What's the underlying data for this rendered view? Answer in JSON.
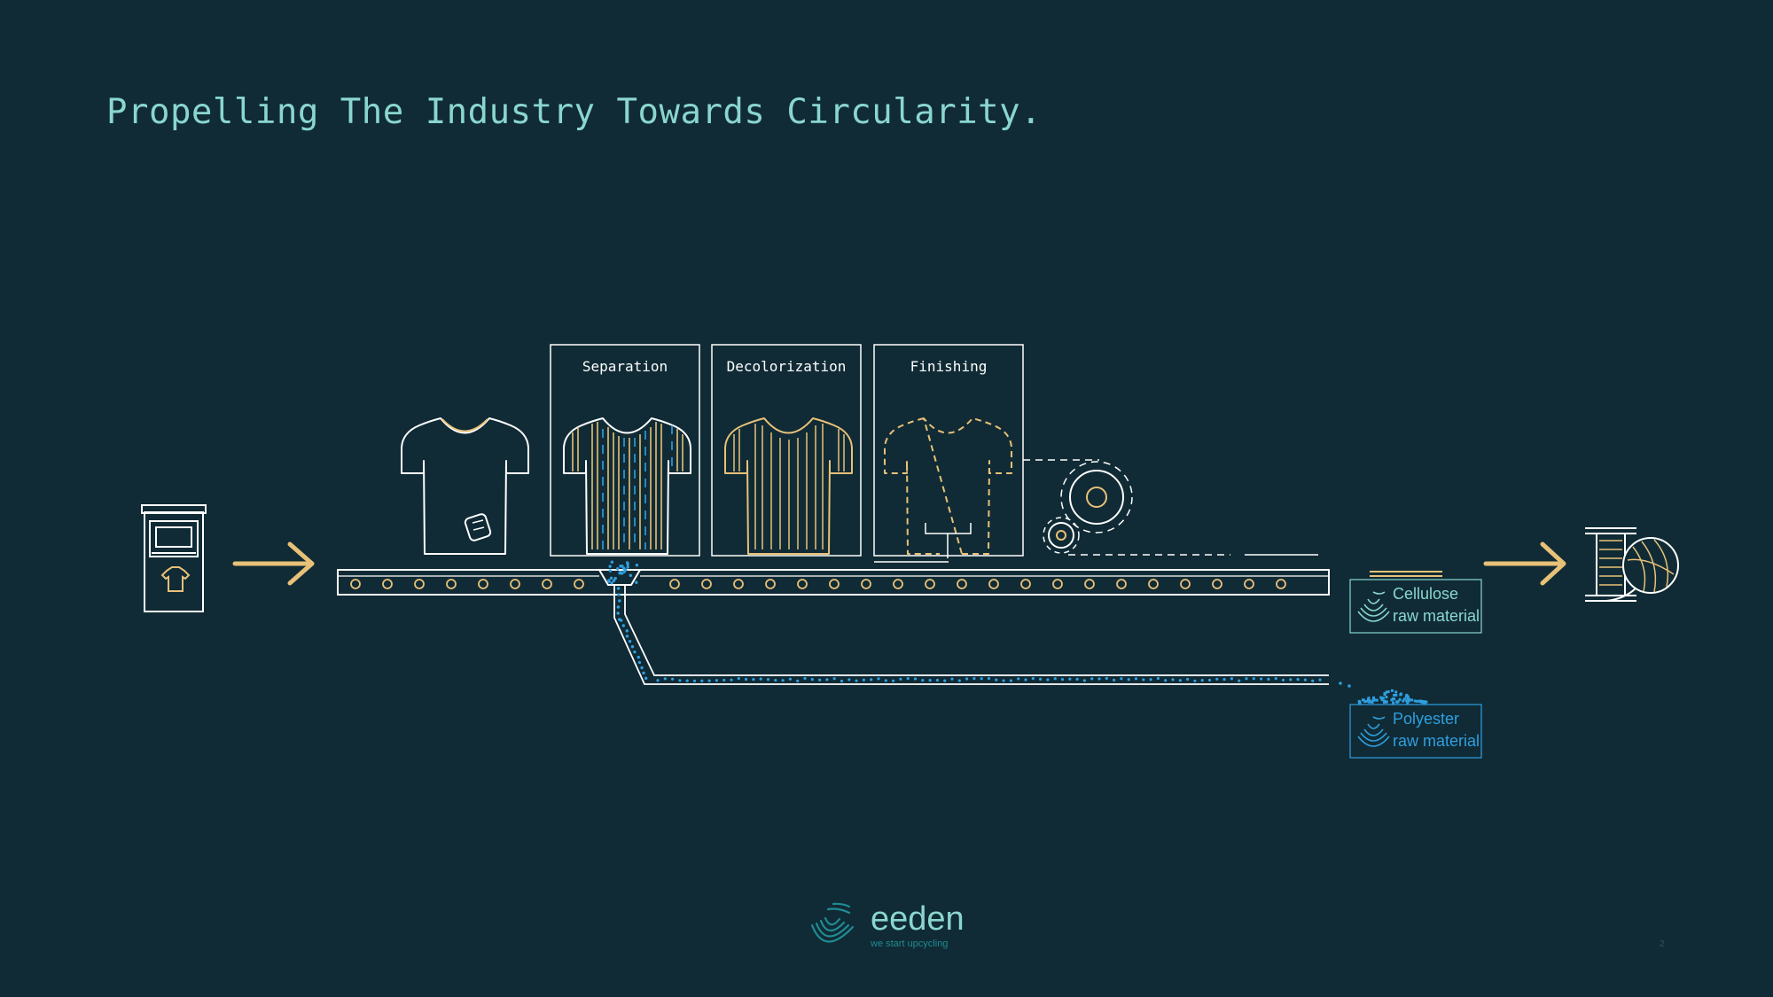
{
  "title": "Propelling The Industry Towards Circularity.",
  "stages": [
    {
      "label": "Separation"
    },
    {
      "label": "Decolorization"
    },
    {
      "label": "Finishing"
    }
  ],
  "outputs": [
    {
      "line1": "Cellulose",
      "line2": "raw material",
      "color": "#8ad6cf"
    },
    {
      "line1": "Polyester",
      "line2": "raw material",
      "color": "#2f9fe0"
    }
  ],
  "brand": {
    "name": "eeden",
    "tagline": "we start upcycling"
  },
  "page_number": "2",
  "colors": {
    "background": "#102b35",
    "line": "#ffffff",
    "accent_gold": "#e8c178",
    "accent_teal": "#8ad6cf",
    "accent_blue": "#2f9fe0"
  },
  "icons": [
    "collection-bin-icon",
    "arrow-right-icon",
    "tshirt-icon",
    "thread-spool-yarn-icon",
    "eeden-logo-icon"
  ]
}
